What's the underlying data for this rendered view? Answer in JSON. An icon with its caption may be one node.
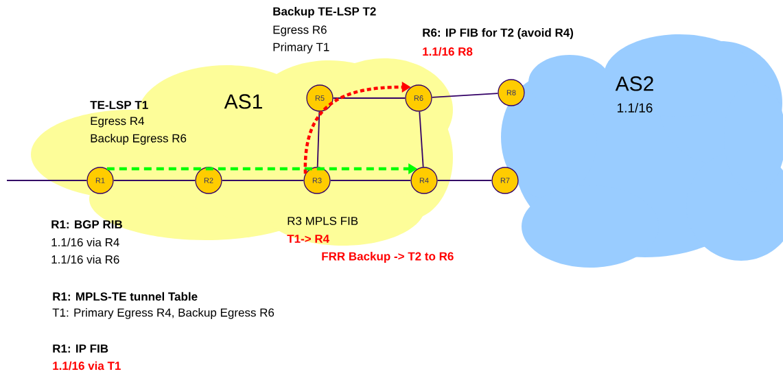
{
  "diagram": {
    "nodes": [
      {
        "text": [
          "AS1"
        ]
      },
      {
        "text": [
          "AS2",
          "1.1/16"
        ]
      },
      {
        "text": [
          "R1"
        ],
        "in": 0
      },
      {
        "text": [
          "R2"
        ],
        "in": 0
      },
      {
        "text": [
          "R3"
        ],
        "in": 0
      },
      {
        "text": [
          "R4"
        ],
        "in": 0
      },
      {
        "text": [
          "R5"
        ],
        "in": 0
      },
      {
        "text": [
          "R6"
        ],
        "in": 0
      },
      {
        "text": [
          "R7"
        ]
      },
      {
        "text": [
          "R8"
        ]
      }
    ],
    "edges": [
      {
        "from": null,
        "to": 2,
        "arrow": "none"
      },
      {
        "from": 2,
        "to": 3,
        "arrow": "none"
      },
      {
        "from": 3,
        "to": 4,
        "arrow": "none"
      },
      {
        "from": 4,
        "to": 5,
        "arrow": "none"
      },
      {
        "from": 5,
        "to": 8,
        "arrow": "none"
      },
      {
        "from": 4,
        "to": 6,
        "arrow": "none"
      },
      {
        "from": 6,
        "to": 7,
        "arrow": "none"
      },
      {
        "from": 7,
        "to": 5,
        "arrow": "none"
      },
      {
        "from": 7,
        "to": 9,
        "arrow": "none"
      },
      {
        "from": 2,
        "to": 5,
        "arrow": "to",
        "style": "dashed",
        "color": "#00ff00"
      },
      {
        "from": 4,
        "to": 7,
        "arrow": "to",
        "style": "dashed",
        "color": "#ff0000"
      }
    ],
    "labels": [
      "Backup TE-LSP T2",
      "Egress R6",
      "Primary T1",
      "R6: IP FIB for T2 (avoid R4)",
      "1.1/16 R8",
      "TE-LSP T1",
      "Egress R4",
      "Backup Egress R6",
      "R1: BGP RIB",
      "1.1/16 via R4",
      "1.1/16 via R6",
      "R3 MPLS FIB",
      "T1-> R4",
      "FRR Backup -> T2 to R6",
      "R1: MPLS-TE tunnel Table",
      "T1: Primary Egress R4, Backup Egress R6",
      "R1: IP FIB",
      "1.1/16 via T1"
    ]
  }
}
